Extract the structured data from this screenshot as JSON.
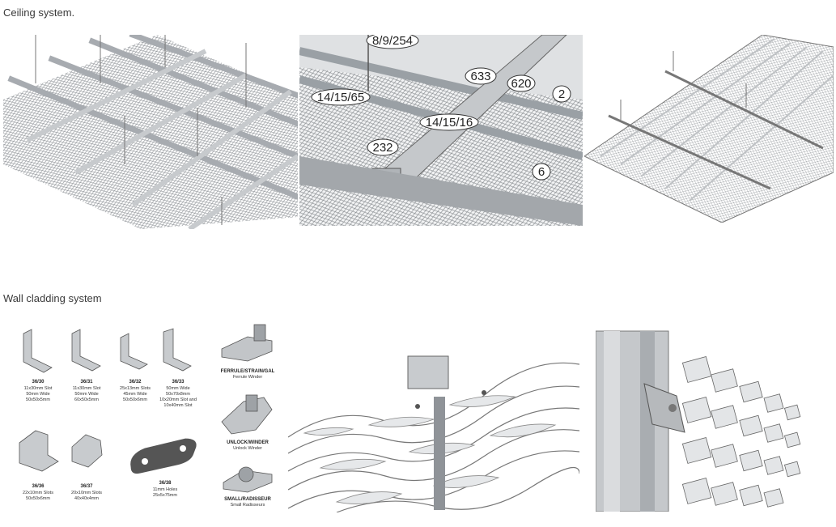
{
  "sections": {
    "ceiling_title": "Ceiling system.",
    "wall_title": "Wall cladding system"
  },
  "ceiling_callouts": [
    "8/9/254",
    "633",
    "620",
    "2",
    "14/15/65",
    "14/15/16",
    "232",
    "6"
  ],
  "brackets": [
    {
      "code": "36/30",
      "desc": [
        "11x30mm Slot",
        "50mm Wide",
        "50x50x5mm"
      ]
    },
    {
      "code": "36/31",
      "desc": [
        "11x30mm Slot",
        "50mm Wide",
        "60x50x5mm"
      ]
    },
    {
      "code": "36/32",
      "desc": [
        "25x13mm Slots",
        "45mm Wide",
        "50x50x6mm"
      ]
    },
    {
      "code": "36/33",
      "desc": [
        "50mm Wide",
        "50x70x8mm",
        "10x20mm Slot and",
        "10x40mm Slot"
      ]
    },
    {
      "code": "36/36",
      "desc": [
        "22x10mm Slots",
        "50x50x6mm"
      ]
    },
    {
      "code": "36/37",
      "desc": [
        "20x10mm Slots",
        "40x40x4mm"
      ]
    },
    {
      "code": "36/38",
      "desc": [
        "11mm Holes",
        "25x5x75mm"
      ]
    }
  ],
  "fixings": [
    {
      "code": "FERRULE/STRAIN/GAL",
      "desc": "Ferrule Winder"
    },
    {
      "code": "UNLOCK/WINDER",
      "desc": "Unlock Winder"
    },
    {
      "code": "SMALL/RADISSEUR",
      "desc": "Small Radisseurs"
    }
  ],
  "colors": {
    "metal": "#b8bcc0",
    "metal_dark": "#8a8e93",
    "mesh": "#9a9ea3",
    "outline": "#555"
  }
}
